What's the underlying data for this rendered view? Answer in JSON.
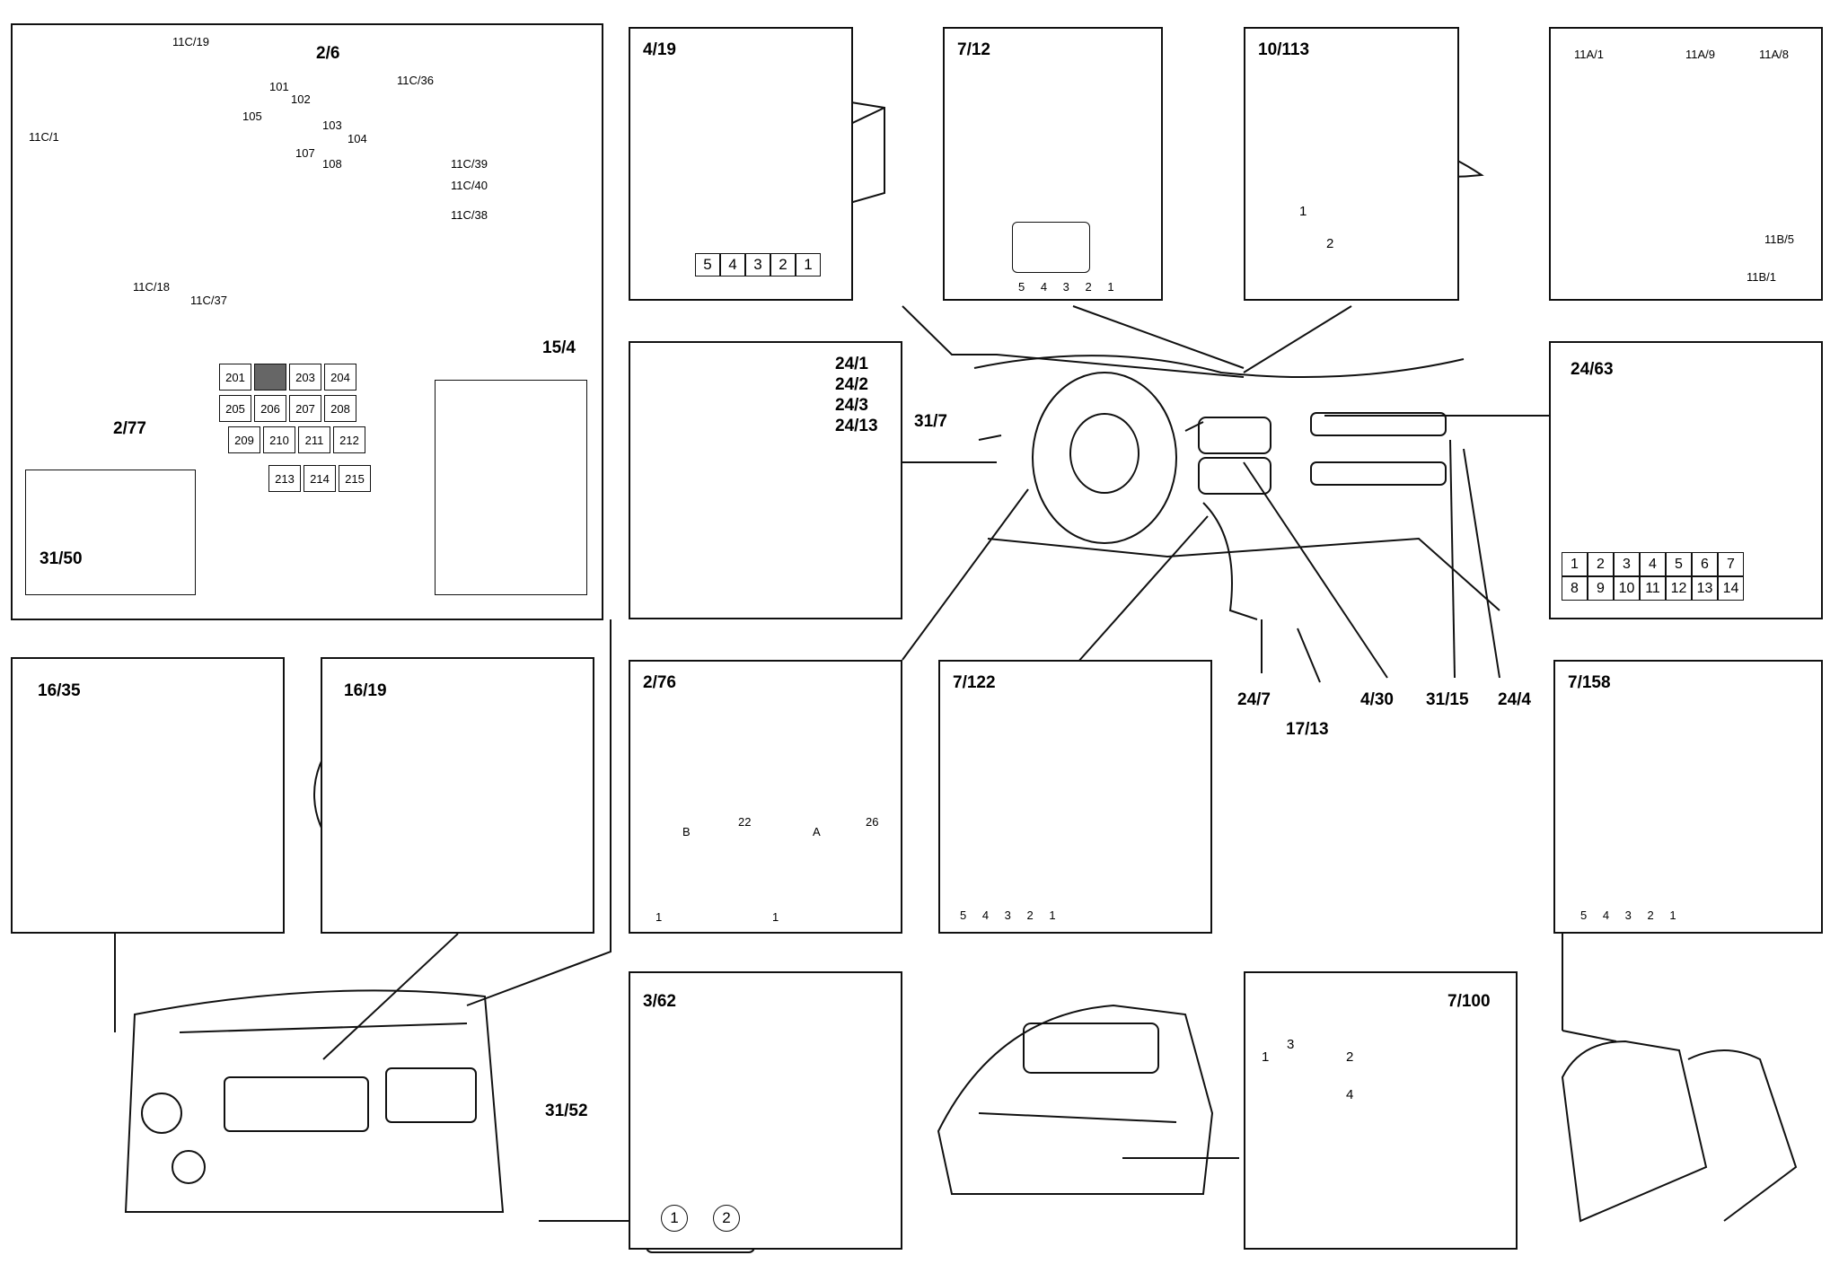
{
  "p_11c": {
    "ids": [
      "2/6",
      "2/77",
      "15/4",
      "31/50"
    ],
    "labels": [
      "11C/19",
      "11C/1",
      "11C/36",
      "11C/39",
      "11C/40",
      "11C/38",
      "11C/18",
      "11C/37"
    ],
    "relays": [
      "101",
      "102",
      "103",
      "104",
      "105",
      "107",
      "108"
    ],
    "fuses": [
      "201",
      "",
      "203",
      "204",
      "205",
      "206",
      "207",
      "208",
      "209",
      "210",
      "211",
      "212",
      "213",
      "214",
      "215"
    ]
  },
  "p_419": {
    "title": "4/19",
    "pins": [
      "5",
      "4",
      "3",
      "2",
      "1"
    ]
  },
  "p_712": {
    "title": "7/12",
    "pins": "5 4 3 2 1"
  },
  "p_10113": {
    "title": "10/113",
    "l1": "1",
    "l2": "2"
  },
  "p_11a": {
    "labels": [
      "11A/1",
      "11A/9",
      "11A/8",
      "11B/5",
      "11B/1"
    ]
  },
  "p_241": {
    "titles": [
      "24/1",
      "24/2",
      "24/3",
      "24/13"
    ]
  },
  "p_2463": {
    "title": "24/63",
    "pins": [
      "1",
      "2",
      "3",
      "4",
      "5",
      "6",
      "7",
      "8",
      "9",
      "10",
      "11",
      "12",
      "13",
      "14"
    ]
  },
  "p_1635": {
    "title": "16/35"
  },
  "p_1619": {
    "title": "16/19"
  },
  "p_276": {
    "title": "2/76",
    "b": "B",
    "n22": "22",
    "a": "A",
    "n26": "26",
    "one1": "1",
    "one2": "1"
  },
  "p_7122": {
    "title": "7/122",
    "pins": "5 4 3 2 1"
  },
  "p_7158": {
    "title": "7/158",
    "pins": "5 4 3 2 1"
  },
  "p_362": {
    "title": "3/62",
    "c1": "1",
    "c2": "2"
  },
  "p_7100": {
    "title": "7/100",
    "n1": "1",
    "n3": "3",
    "n2": "2",
    "n4": "4"
  },
  "callouts": {
    "c317": "31/7",
    "c247": "24/7",
    "c1713": "17/13",
    "c430": "4/30",
    "c3115": "31/15",
    "c244": "24/4",
    "c3152": "31/52"
  }
}
